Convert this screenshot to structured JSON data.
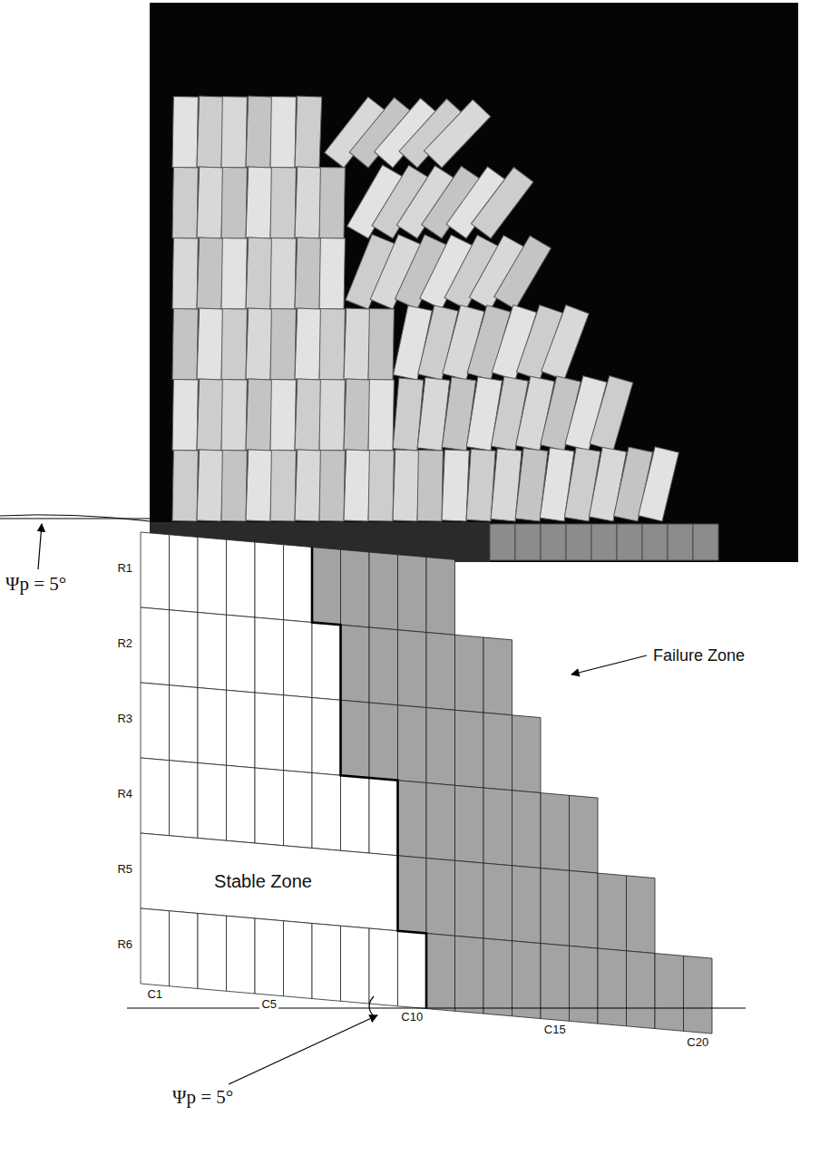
{
  "diagram": {
    "labels": [
      "Ψp = 5°",
      "R1",
      "R2",
      "R3",
      "R4",
      "R5",
      "R6",
      "C1",
      "C5",
      "C10",
      "C15",
      "C20",
      "Stable Zone",
      "Failure Zone",
      "Ψp = 5°"
    ]
  }
}
